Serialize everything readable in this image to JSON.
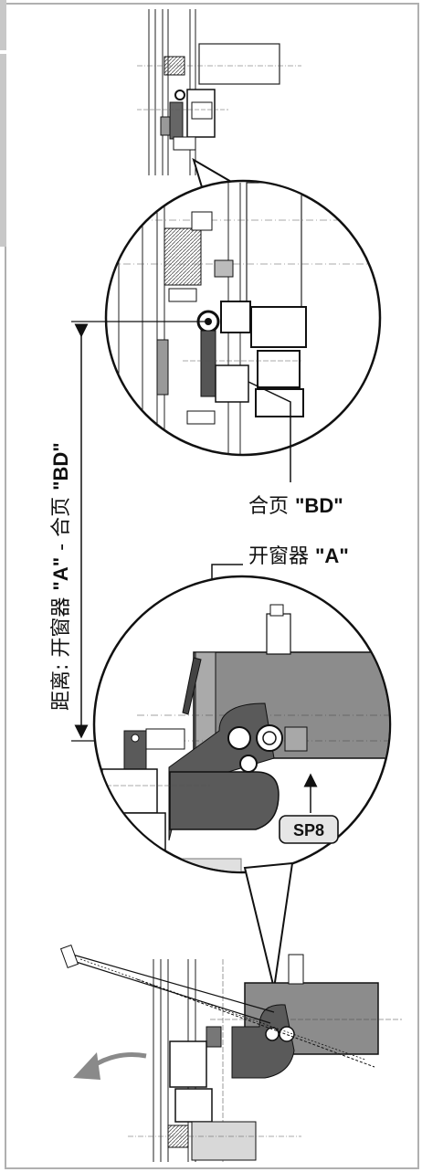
{
  "labels": {
    "distance_prefix": "距离: 开窗器 ",
    "distance_a": "\"A\"",
    "distance_mid": " - 合页 ",
    "distance_bd": "\"BD\"",
    "hinge_cn": "合页 ",
    "hinge_code": "\"BD\"",
    "opener_cn": "开窗器 ",
    "opener_code": "\"A\"",
    "part_badge": "SP8"
  },
  "colors": {
    "frame_border": "#b0b0b0",
    "side_tab": "#c8c8c8",
    "opener_body": "#8c8c8c",
    "bracket_dark": "#5a5a5a",
    "line": "#111111",
    "arrow_gray": "#8a8a8a",
    "badge_fill": "#e6e6e6"
  },
  "icons": [
    "curved-arrow-icon",
    "dimension-arrow-icon"
  ]
}
